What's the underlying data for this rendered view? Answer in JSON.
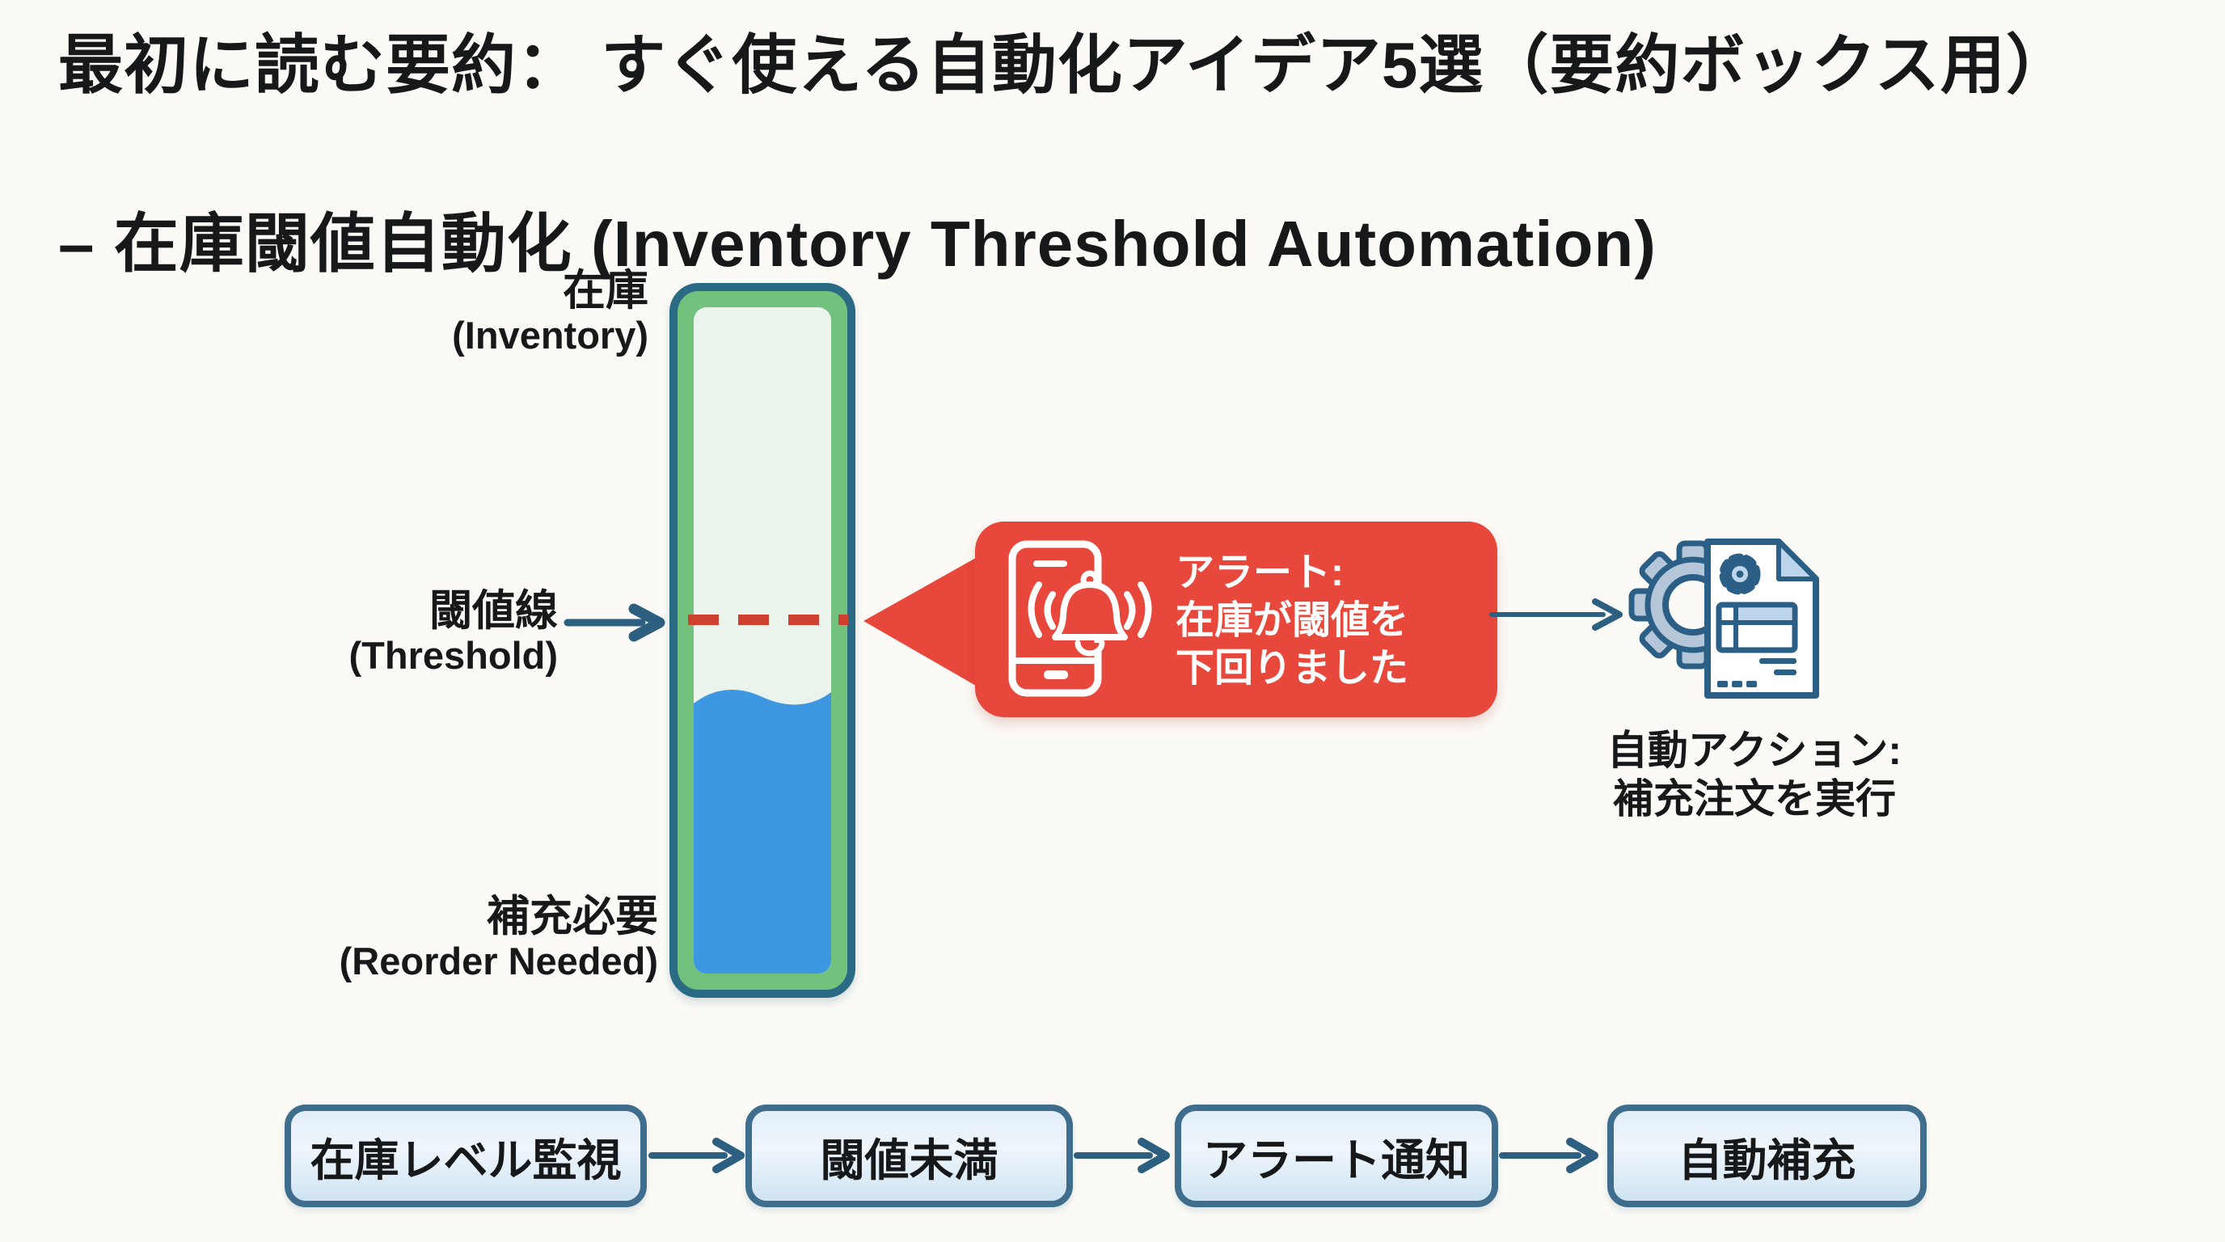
{
  "title": {
    "line1": "最初に読む要約： すぐ使える自動化アイデア5選（要約ボックス用）",
    "line2": "– 在庫閾値自動化 (Inventory Threshold Automation)"
  },
  "tank": {
    "inventory_label_jp": "在庫",
    "inventory_label_en": "(Inventory)",
    "threshold_label_jp": "閾値線",
    "threshold_label_en": "(Threshold)",
    "reorder_label_jp": "補充必要",
    "reorder_label_en": "(Reorder Needed)",
    "fill_percent": 42
  },
  "alert": {
    "line1": "アラート:",
    "line2": "在庫が閾値を",
    "line3": "下回りました"
  },
  "action": {
    "line1": "自動アクション:",
    "line2": "補充注文を実行"
  },
  "flow": {
    "steps": [
      {
        "label": "在庫レベル監視"
      },
      {
        "label": "閾値未満"
      },
      {
        "label": "アラート通知"
      },
      {
        "label": "自動補充"
      }
    ]
  },
  "colors": {
    "page_bg": "#fbfaf6",
    "text_dark": "#17181a",
    "tank_outline": "#2a6a85",
    "tank_green": "#72c17c",
    "tank_inner": "#eaf3ec",
    "liquid_blue": "#3e97e1",
    "alert_red": "#e8483b",
    "alert_dash": "#d0402f",
    "arrow_blue": "#2d5f80",
    "icon_blue": "#2b5f85",
    "icon_lightblue": "#bdd5eb",
    "gear_fill": "#b5c6d9",
    "box_border": "#3e6d8d",
    "box_fill": "#cfe3f2"
  }
}
